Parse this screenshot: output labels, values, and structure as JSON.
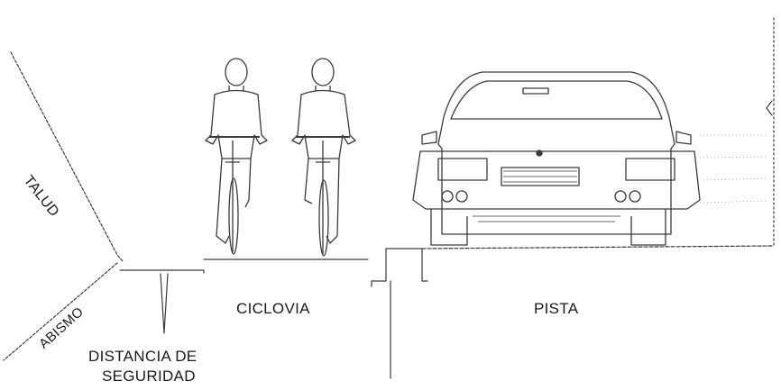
{
  "labels": {
    "talud": "TALUD",
    "abismo": "ABISMO",
    "ciclovia": "CICLOVIA",
    "pista": "PISTA",
    "distancia_line1": "DISTANCIA DE",
    "distancia_line2": "SEGURIDAD"
  },
  "colors": {
    "line": "#3a3a3a",
    "text": "#1a1a1a",
    "background": "#ffffff"
  }
}
